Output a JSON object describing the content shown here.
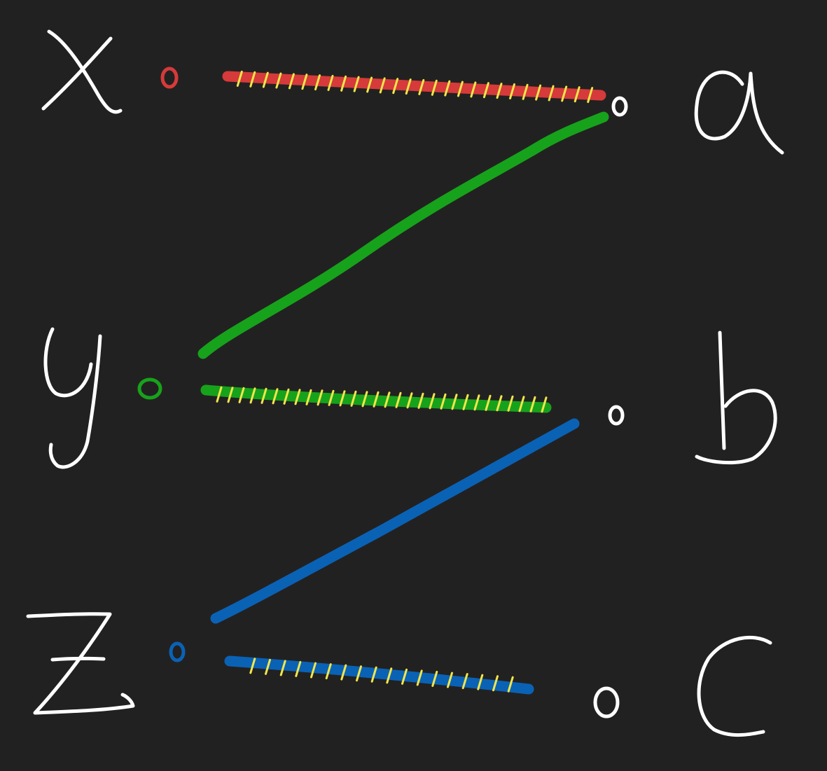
{
  "colors": {
    "background": "#222121",
    "letters": "#ffffff",
    "edge_x_a": "#d63a3a",
    "edge_y": "#17a21b",
    "edge_z": "#0a62b5",
    "hatching": "#f2e64a"
  },
  "diagram": {
    "left_nodes": [
      {
        "label": "x",
        "dot_color": "#d63a3a"
      },
      {
        "label": "y",
        "dot_color": "#17a21b"
      },
      {
        "label": "z",
        "dot_color": "#0a62b5"
      }
    ],
    "right_nodes": [
      {
        "label": "a",
        "dot_color": "#ffffff"
      },
      {
        "label": "b",
        "dot_color": "#ffffff"
      },
      {
        "label": "c",
        "dot_color": "#ffffff"
      }
    ],
    "edges": [
      {
        "from": "x",
        "to": "a",
        "color": "#d63a3a",
        "hatched": true
      },
      {
        "from": "y",
        "to": "a",
        "color": "#17a21b",
        "hatched": false
      },
      {
        "from": "y",
        "to": "b",
        "color": "#17a21b",
        "hatched": true
      },
      {
        "from": "z",
        "to": "b",
        "color": "#0a62b5",
        "hatched": false
      },
      {
        "from": "z",
        "to": "c",
        "color": "#0a62b5",
        "hatched": true
      }
    ]
  }
}
